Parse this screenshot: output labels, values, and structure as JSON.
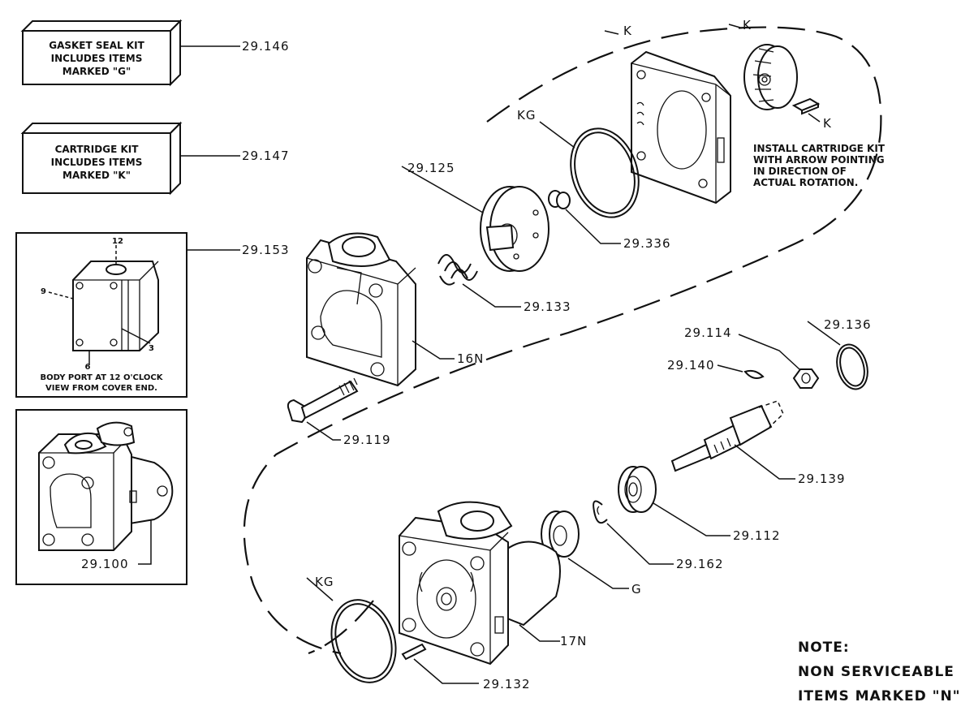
{
  "kits": {
    "gasket": {
      "line1": "GASKET SEAL KIT",
      "line2": "INCLUDES ITEMS",
      "line3": "MARKED \"G\"",
      "part": "29.146"
    },
    "cartridge": {
      "line1": "CARTRIDGE KIT",
      "line2": "INCLUDES ITEMS",
      "line3": "MARKED \"K\"",
      "part": "29.147"
    }
  },
  "port_view": {
    "part": "29.153",
    "pos_12": "12",
    "pos_9": "9",
    "pos_3": "3",
    "pos_6": "6",
    "caption1": "BODY PORT AT 12 O'CLOCK",
    "caption2": "VIEW FROM COVER END."
  },
  "assembly": {
    "part": "29.100"
  },
  "callouts": {
    "k_plate": "K",
    "k_rotor": "K",
    "k_key": "K",
    "kg_top": "KG",
    "kg_bottom": "KG",
    "p125": "29.125",
    "p336": "29.336",
    "p133": "29.133",
    "n16": "16N",
    "p119": "29.119",
    "p114": "29.114",
    "p136": "29.136",
    "p140": "29.140",
    "p139": "29.139",
    "p112": "29.112",
    "p162": "29.162",
    "g": "G",
    "n17": "17N",
    "p132": "29.132"
  },
  "install_note": {
    "line1": "INSTALL CARTRIDGE KIT",
    "line2": "WITH ARROW POINTING",
    "line3": "IN DIRECTION OF",
    "line4": "ACTUAL ROTATION."
  },
  "note": {
    "line1": "NOTE:",
    "line2": "NON  SERVICEABLE",
    "line3": "ITEMS  MARKED \"N\""
  }
}
